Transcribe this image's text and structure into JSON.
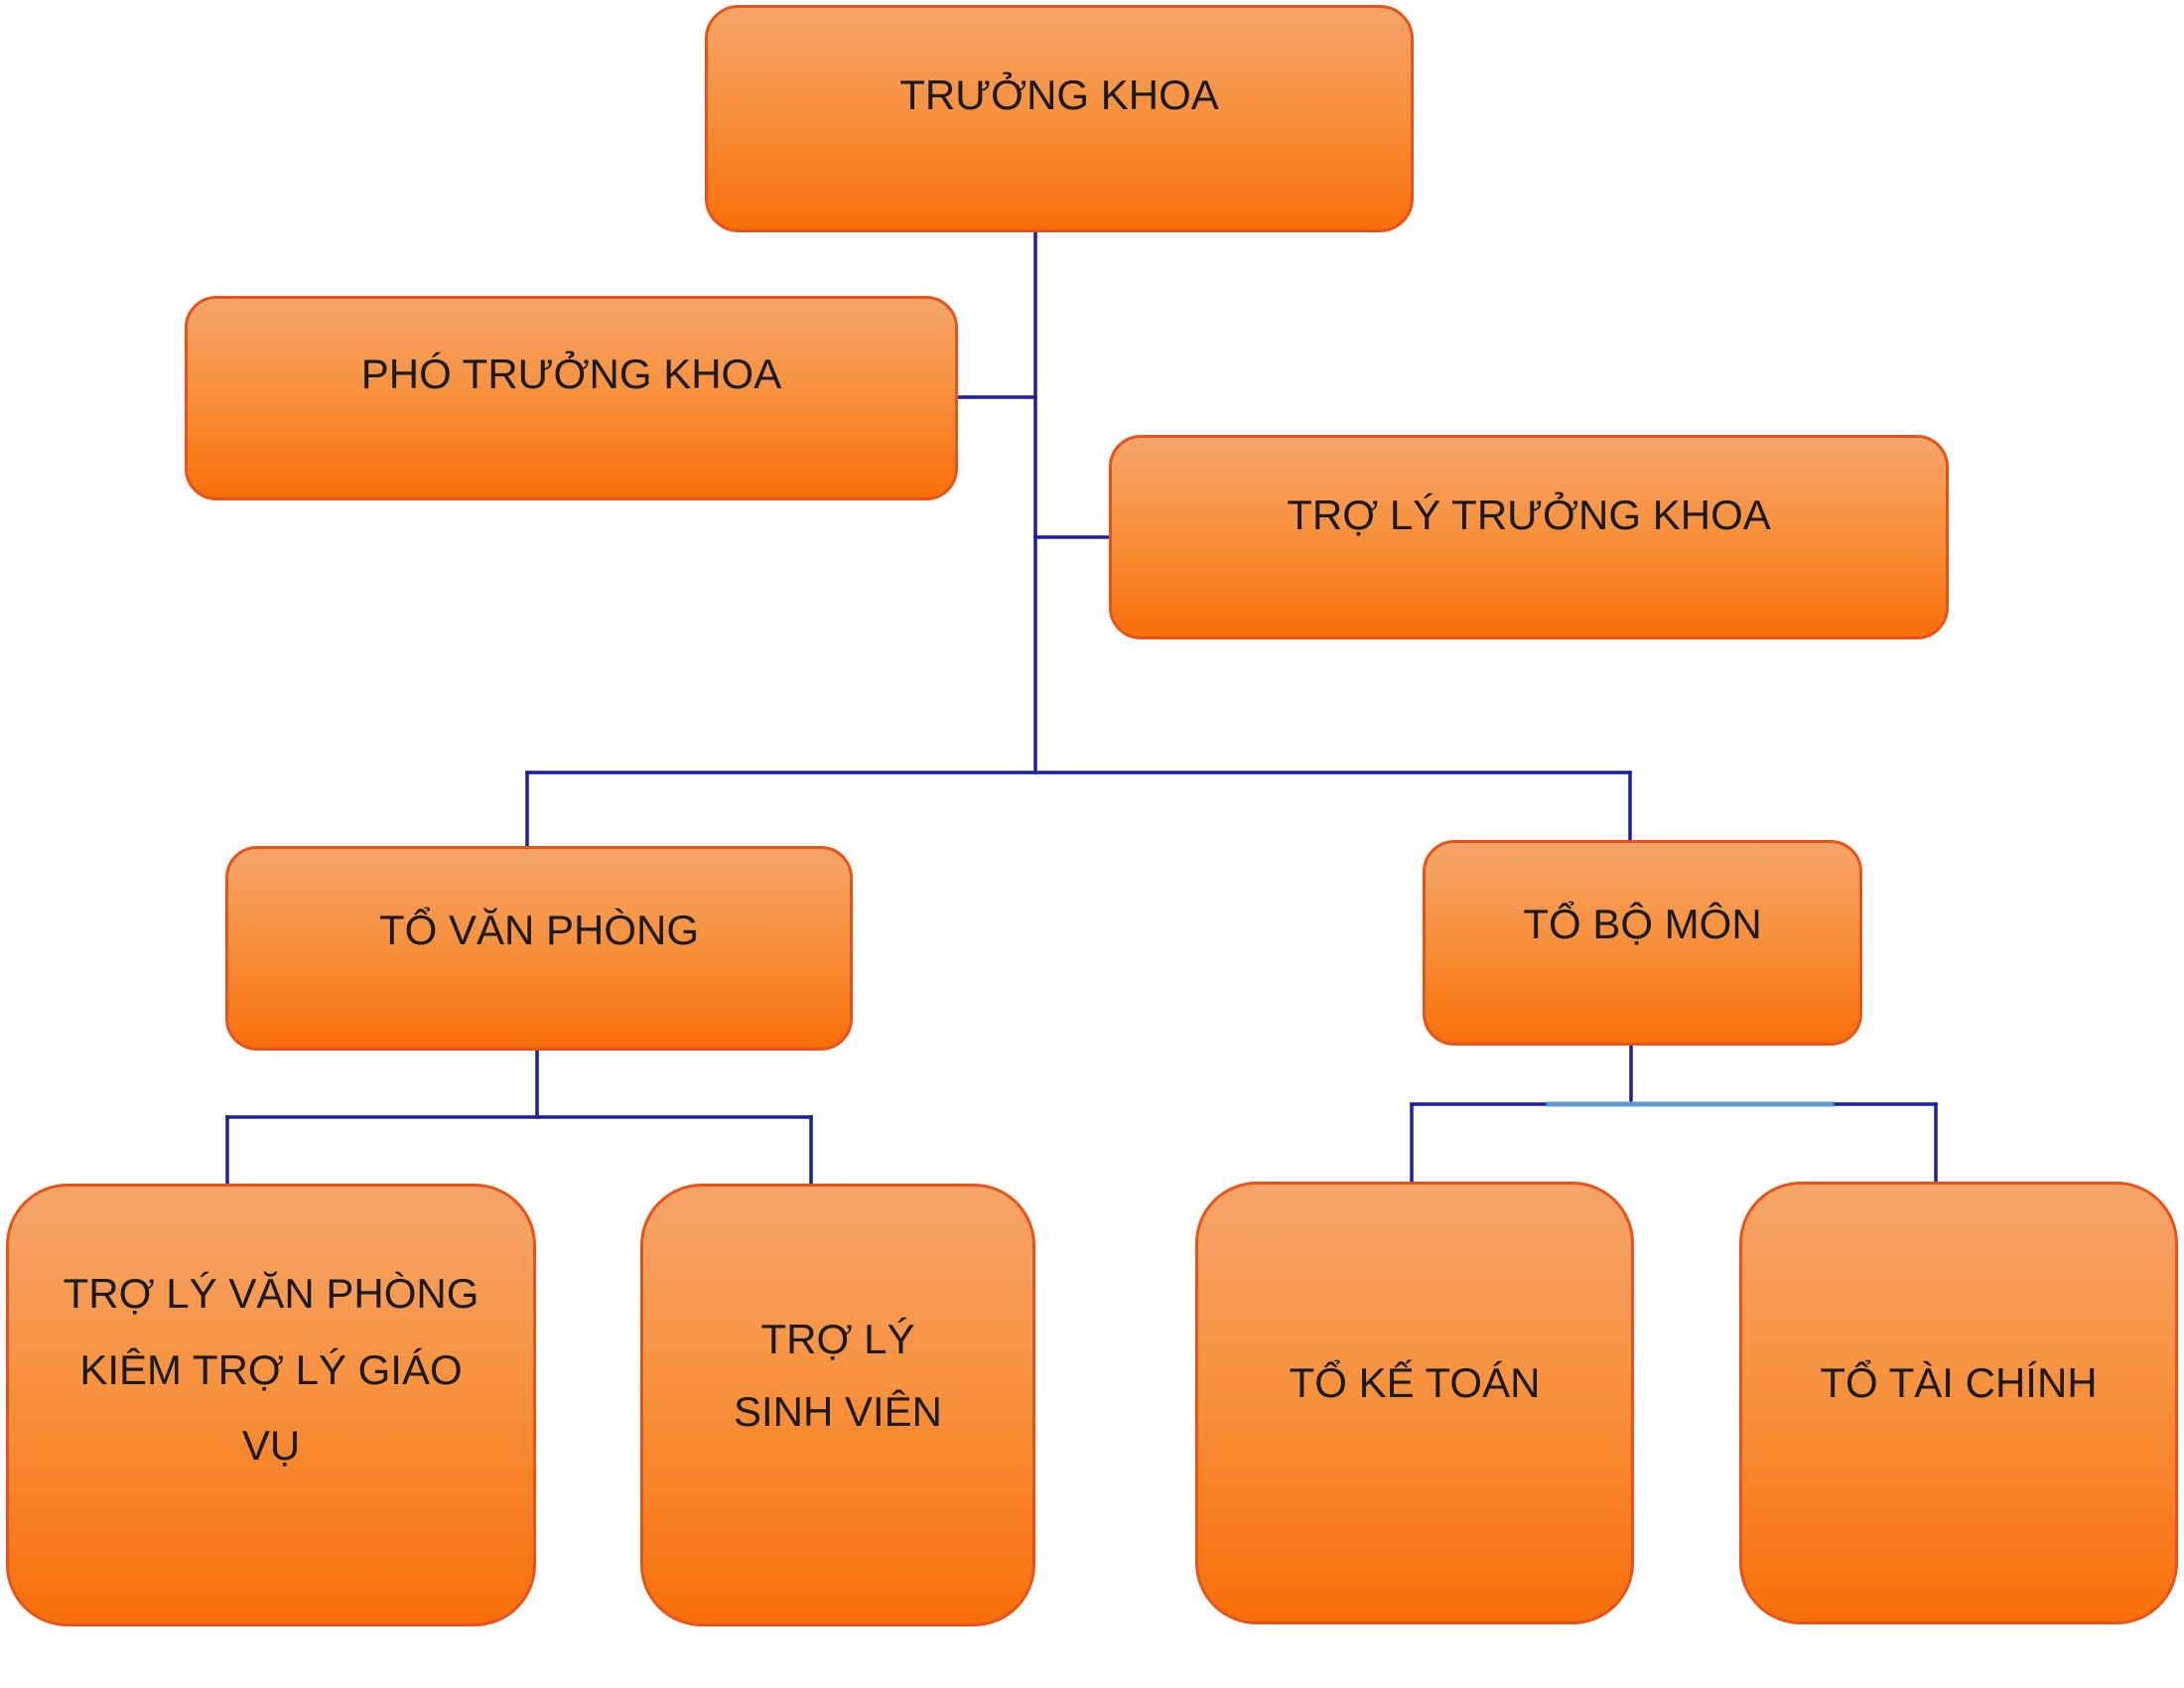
{
  "org_chart": {
    "truong_khoa": "TRƯỞNG KHOA",
    "pho_truong_khoa": "PHÓ TRƯỞNG KHOA",
    "tro_ly_truong_khoa": "TRỢ LÝ TRƯỞNG KHOA",
    "to_van_phong": "TỔ VĂN PHÒNG",
    "to_bo_mon": "TỔ BỘ MÔN",
    "tro_ly_van_phong": "TRỢ LÝ VĂN PHÒNG KIÊM TRỢ LÝ GIÁO VỤ",
    "tro_ly_sinh_vien": "TRỢ LÝ SINH VIÊN",
    "to_ke_toan": "TỔ KẾ TOÁN",
    "to_tai_chinh": "TỔ TÀI CHÍNH"
  },
  "colors": {
    "box_top": "#f6a46a",
    "box_bottom": "#f86f0a",
    "box_border": "#e8531a",
    "connector": "#1f1f9e"
  }
}
